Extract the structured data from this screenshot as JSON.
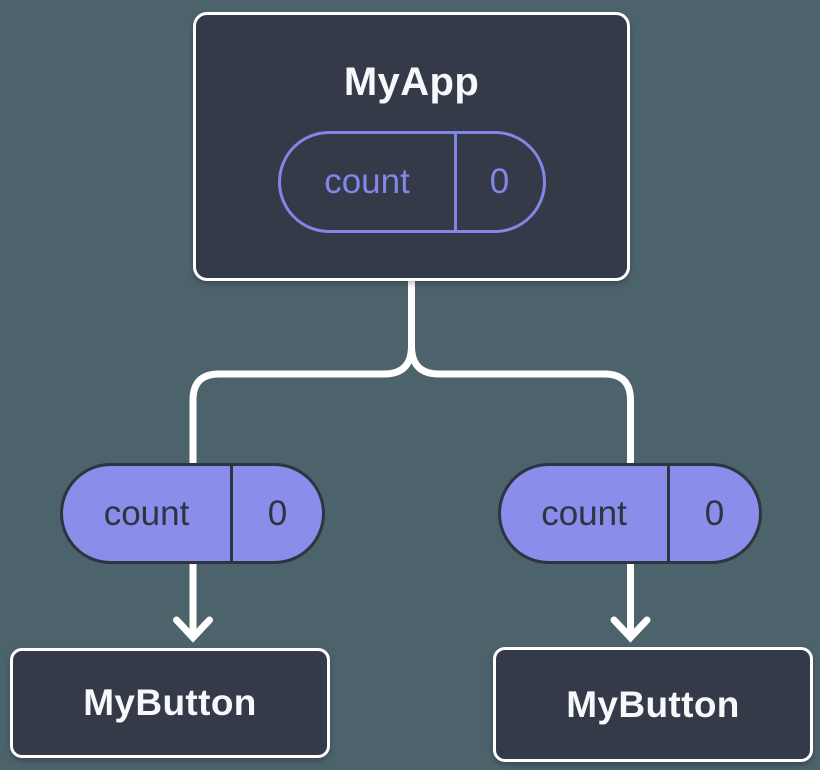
{
  "root": {
    "title": "MyApp",
    "prop": {
      "name": "count",
      "value": "0"
    }
  },
  "children": [
    {
      "title": "MyButton",
      "prop": {
        "name": "count",
        "value": "0"
      }
    },
    {
      "title": "MyButton",
      "prop": {
        "name": "count",
        "value": "0"
      }
    }
  ],
  "colors": {
    "background": "#4D636C",
    "node_fill": "#343A47",
    "node_border": "#FFFFFF",
    "node_text": "#F7F8FB",
    "prop_outline": "#8286E6",
    "prop_fill": "#8A8DE9",
    "prop_text_dark": "#2E3440",
    "connector": "#FFFFFF"
  }
}
